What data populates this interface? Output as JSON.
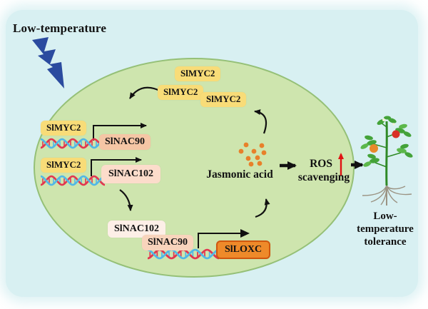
{
  "stimulus": {
    "label": "Low-temperature"
  },
  "genes": {
    "myc2": "SlMYC2",
    "nac90": "SlNAC90",
    "nac102": "SlNAC102",
    "loxc": "SlLOXC"
  },
  "signal": {
    "label": "Jasmonic acid"
  },
  "ros": {
    "line1": "ROS",
    "line2": "scavenging"
  },
  "outcome": {
    "line1": "Low-",
    "line2": "temperature",
    "line3": "tolerance"
  },
  "icons": {
    "lightning-icon": "jagged blue bolt shape",
    "dna-helix-icon": "red/blue double helix wave",
    "jasmonic-acid-dots": "cluster of orange dots",
    "tomato-plant-icon": "tomato plant with fruits and roots",
    "ros-up-arrow-icon": "red upward arrow",
    "flow-arrow-icon": "thick black right arrow",
    "transcription-arrow-icon": "bent black arrow (up then right)",
    "cycle-arrow-icon": "curved black arrow"
  },
  "colors": {
    "background": "#d8f0f2",
    "cell_fill": "#cee5ae",
    "cell_border": "#95c077",
    "myc2_box": "#f8dc78",
    "nac90_box": "#f5c6a5",
    "nac102_box": "#fcdccb",
    "nac102_bottom_box": "#fdefe7",
    "nac90_bottom_box": "#f8d4bc",
    "loxc_box": "#ee8a2a",
    "loxc_border": "#d0560e",
    "lightning": "#2b4b9f",
    "dna_red": "#e2374f",
    "dna_blue": "#51b7e6",
    "ja_dots": "#e8802a",
    "ros_arrow": "#e01212",
    "arrow_black": "#111111"
  }
}
